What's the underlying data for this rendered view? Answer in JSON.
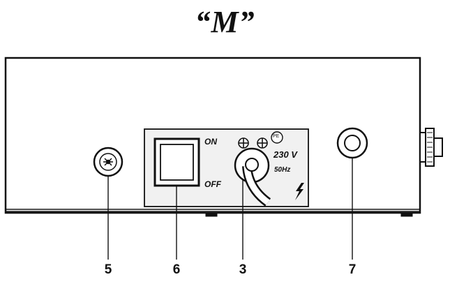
{
  "title": "“M”",
  "panel": {
    "switch_on": "ON",
    "switch_off": "OFF",
    "voltage": "230 V",
    "frequency": "50Hz",
    "pe": "PE"
  },
  "callouts": [
    {
      "label": "5",
      "target": "fuse-holder"
    },
    {
      "label": "6",
      "target": "power-switch"
    },
    {
      "label": "3",
      "target": "power-cable"
    },
    {
      "label": "7",
      "target": "connector-socket"
    }
  ],
  "icons": [
    "fuse-icon",
    "ground-screw-icon",
    "lightning-bolt-icon",
    "pe-ground-icon"
  ],
  "colors": {
    "line": "#111111",
    "panel_fill": "#f1f1f1",
    "background": "#ffffff"
  }
}
